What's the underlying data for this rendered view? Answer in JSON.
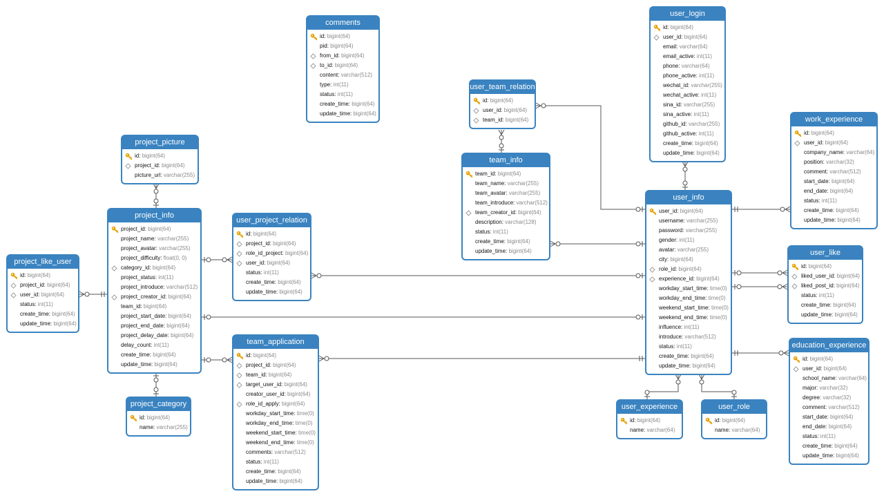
{
  "colors": {
    "header": "#3a83c0",
    "line": "#555555",
    "key": "#e6a100"
  },
  "tables": {
    "comments": {
      "title": "comments",
      "fields": [
        {
          "icon": "key",
          "name": "id",
          "type": "bigint(64)"
        },
        {
          "icon": "",
          "name": "pid",
          "type": "bigint(64)"
        },
        {
          "icon": "fk",
          "name": "from_id",
          "type": "bigint(64)"
        },
        {
          "icon": "fk",
          "name": "to_id",
          "type": "bigint(64)"
        },
        {
          "icon": "",
          "name": "content",
          "type": "varchar(512)"
        },
        {
          "icon": "",
          "name": "type",
          "type": "int(11)"
        },
        {
          "icon": "",
          "name": "status",
          "type": "int(11)"
        },
        {
          "icon": "",
          "name": "create_time",
          "type": "bigint(64)"
        },
        {
          "icon": "",
          "name": "update_time",
          "type": "bigint(64)"
        }
      ]
    },
    "user_login": {
      "title": "user_login",
      "fields": [
        {
          "icon": "key",
          "name": "id",
          "type": "bigint(64)"
        },
        {
          "icon": "fk",
          "name": "user_id",
          "type": "bigint(64)"
        },
        {
          "icon": "",
          "name": "email",
          "type": "varchar(64)"
        },
        {
          "icon": "",
          "name": "email_active",
          "type": "int(11)"
        },
        {
          "icon": "",
          "name": "phone",
          "type": "varchar(64)"
        },
        {
          "icon": "",
          "name": "phone_active",
          "type": "int(11)"
        },
        {
          "icon": "",
          "name": "wechat_id",
          "type": "varchar(255)"
        },
        {
          "icon": "",
          "name": "wechat_active",
          "type": "int(11)"
        },
        {
          "icon": "",
          "name": "sina_id",
          "type": "varchar(255)"
        },
        {
          "icon": "",
          "name": "sina_active",
          "type": "int(11)"
        },
        {
          "icon": "",
          "name": "github_id",
          "type": "varchar(255)"
        },
        {
          "icon": "",
          "name": "github_active",
          "type": "int(11)"
        },
        {
          "icon": "",
          "name": "create_time",
          "type": "bigint(64)"
        },
        {
          "icon": "",
          "name": "update_time",
          "type": "bigint(64)"
        }
      ]
    },
    "project_picture": {
      "title": "project_picture",
      "fields": [
        {
          "icon": "key",
          "name": "id",
          "type": "bigint(64)"
        },
        {
          "icon": "fk",
          "name": "project_id",
          "type": "bigint(64)"
        },
        {
          "icon": "",
          "name": "picture_url",
          "type": "varchar(255)"
        }
      ]
    },
    "user_team_relation": {
      "title": "user_team_relation",
      "fields": [
        {
          "icon": "key",
          "name": "id",
          "type": "bigint(64)"
        },
        {
          "icon": "fk",
          "name": "user_id",
          "type": "bigint(64)"
        },
        {
          "icon": "fk",
          "name": "team_id",
          "type": "bigint(64)"
        }
      ]
    },
    "work_experience": {
      "title": "work_experience",
      "fields": [
        {
          "icon": "key",
          "name": "id",
          "type": "bigint(64)"
        },
        {
          "icon": "fk",
          "name": "user_id",
          "type": "bigint(64)"
        },
        {
          "icon": "",
          "name": "company_name",
          "type": "varchar(64)"
        },
        {
          "icon": "",
          "name": "position",
          "type": "varchar(32)"
        },
        {
          "icon": "",
          "name": "comment",
          "type": "varchar(512)"
        },
        {
          "icon": "",
          "name": "start_date",
          "type": "bigint(64)"
        },
        {
          "icon": "",
          "name": "end_date",
          "type": "bigint(64)"
        },
        {
          "icon": "",
          "name": "status",
          "type": "int(11)"
        },
        {
          "icon": "",
          "name": "create_time",
          "type": "bigint(64)"
        },
        {
          "icon": "",
          "name": "update_time",
          "type": "bigint(64)"
        }
      ]
    },
    "team_info": {
      "title": "team_info",
      "fields": [
        {
          "icon": "key",
          "name": "team_id",
          "type": "bigint(64)"
        },
        {
          "icon": "",
          "name": "team_name",
          "type": "varchar(255)"
        },
        {
          "icon": "",
          "name": "team_avatar",
          "type": "varchar(255)"
        },
        {
          "icon": "",
          "name": "team_introduce",
          "type": "varchar(512)"
        },
        {
          "icon": "fk",
          "name": "team_creator_id",
          "type": "bigint(64)"
        },
        {
          "icon": "",
          "name": "description",
          "type": "varchar(128)"
        },
        {
          "icon": "",
          "name": "status",
          "type": "int(11)"
        },
        {
          "icon": "",
          "name": "create_time",
          "type": "bigint(64)"
        },
        {
          "icon": "",
          "name": "update_time",
          "type": "bigint(64)"
        }
      ]
    },
    "user_info": {
      "title": "user_info",
      "fields": [
        {
          "icon": "key",
          "name": "user_id",
          "type": "bigint(64)"
        },
        {
          "icon": "",
          "name": "username",
          "type": "varchar(255)"
        },
        {
          "icon": "",
          "name": "password",
          "type": "varchar(255)"
        },
        {
          "icon": "",
          "name": "gender",
          "type": "int(11)"
        },
        {
          "icon": "",
          "name": "avatar",
          "type": "varchar(255)"
        },
        {
          "icon": "",
          "name": "city",
          "type": "bigint(64)"
        },
        {
          "icon": "fk",
          "name": "role_id",
          "type": "bigint(64)"
        },
        {
          "icon": "fk",
          "name": "experience_id",
          "type": "bigint(64)"
        },
        {
          "icon": "",
          "name": "workday_start_time",
          "type": "time(0)"
        },
        {
          "icon": "",
          "name": "workday_end_time",
          "type": "time(0)"
        },
        {
          "icon": "",
          "name": "weekend_start_time",
          "type": "time(0)"
        },
        {
          "icon": "",
          "name": "weekend_end_time",
          "type": "time(0)"
        },
        {
          "icon": "",
          "name": "influence",
          "type": "int(11)"
        },
        {
          "icon": "",
          "name": "introduce",
          "type": "varchar(512)"
        },
        {
          "icon": "",
          "name": "status",
          "type": "int(11)"
        },
        {
          "icon": "",
          "name": "create_time",
          "type": "bigint(64)"
        },
        {
          "icon": "",
          "name": "update_time",
          "type": "bigint(64)"
        }
      ]
    },
    "project_info": {
      "title": "project_info",
      "fields": [
        {
          "icon": "key",
          "name": "project_id",
          "type": "bigint(64)"
        },
        {
          "icon": "",
          "name": "project_name",
          "type": "varchar(255)"
        },
        {
          "icon": "",
          "name": "project_avatar",
          "type": "varchar(255)"
        },
        {
          "icon": "",
          "name": "project_difficulty",
          "type": "float(0, 0)"
        },
        {
          "icon": "fk",
          "name": "category_id",
          "type": "bigint(64)"
        },
        {
          "icon": "",
          "name": "project_status",
          "type": "int(11)"
        },
        {
          "icon": "",
          "name": "project_introduce",
          "type": "varchar(512)"
        },
        {
          "icon": "fk",
          "name": "project_creator_id",
          "type": "bigint(64)"
        },
        {
          "icon": "",
          "name": "team_id",
          "type": "bigint(64)"
        },
        {
          "icon": "",
          "name": "project_start_date",
          "type": "bigint(64)"
        },
        {
          "icon": "",
          "name": "project_end_date",
          "type": "bigint(64)"
        },
        {
          "icon": "",
          "name": "project_delay_date",
          "type": "bigint(64)"
        },
        {
          "icon": "",
          "name": "delay_count",
          "type": "int(11)"
        },
        {
          "icon": "",
          "name": "create_time",
          "type": "bigint(64)"
        },
        {
          "icon": "",
          "name": "update_time",
          "type": "bigint(64)"
        }
      ]
    },
    "user_project_relation": {
      "title": "user_project_relation",
      "fields": [
        {
          "icon": "key",
          "name": "id",
          "type": "bigint(64)"
        },
        {
          "icon": "fk",
          "name": "project_id",
          "type": "bigint(64)"
        },
        {
          "icon": "fk",
          "name": "role_id_project",
          "type": "bigint(64)"
        },
        {
          "icon": "fk",
          "name": "user_id",
          "type": "bigint(64)"
        },
        {
          "icon": "",
          "name": "status",
          "type": "int(11)"
        },
        {
          "icon": "",
          "name": "create_time",
          "type": "bigint(64)"
        },
        {
          "icon": "",
          "name": "update_time",
          "type": "bigint(64)"
        }
      ]
    },
    "project_like_user": {
      "title": "project_like_user",
      "fields": [
        {
          "icon": "key",
          "name": "id",
          "type": "bigint(64)"
        },
        {
          "icon": "fk",
          "name": "project_id",
          "type": "bigint(64)"
        },
        {
          "icon": "fk",
          "name": "user_id",
          "type": "bigint(64)"
        },
        {
          "icon": "",
          "name": "status",
          "type": "int(11)"
        },
        {
          "icon": "",
          "name": "create_time",
          "type": "bigint(64)"
        },
        {
          "icon": "",
          "name": "update_time",
          "type": "bigint(64)"
        }
      ]
    },
    "user_like": {
      "title": "user_like",
      "fields": [
        {
          "icon": "key",
          "name": "id",
          "type": "bigint(64)"
        },
        {
          "icon": "fk",
          "name": "liked_user_id",
          "type": "bigint(64)"
        },
        {
          "icon": "fk",
          "name": "liked_post_id",
          "type": "bigint(64)"
        },
        {
          "icon": "",
          "name": "status",
          "type": "int(11)"
        },
        {
          "icon": "",
          "name": "create_time",
          "type": "bigint(64)"
        },
        {
          "icon": "",
          "name": "update_time",
          "type": "bigint(64)"
        }
      ]
    },
    "team_application": {
      "title": "team_application",
      "fields": [
        {
          "icon": "key",
          "name": "id",
          "type": "bigint(64)"
        },
        {
          "icon": "fk",
          "name": "project_id",
          "type": "bigint(64)"
        },
        {
          "icon": "fk",
          "name": "team_id",
          "type": "bigint(64)"
        },
        {
          "icon": "fk",
          "name": "target_user_id",
          "type": "bigint(64)"
        },
        {
          "icon": "",
          "name": "creator_user_id",
          "type": "bigint(64)"
        },
        {
          "icon": "fk",
          "name": "role_id_apply",
          "type": "bigint(64)"
        },
        {
          "icon": "",
          "name": "workday_start_time",
          "type": "time(0)"
        },
        {
          "icon": "",
          "name": "workday_end_time",
          "type": "time(0)"
        },
        {
          "icon": "",
          "name": "weekend_start_time",
          "type": "time(0)"
        },
        {
          "icon": "",
          "name": "weekend_end_time",
          "type": "time(0)"
        },
        {
          "icon": "",
          "name": "comments",
          "type": "varchar(512)"
        },
        {
          "icon": "",
          "name": "status",
          "type": "int(11)"
        },
        {
          "icon": "",
          "name": "create_time",
          "type": "bigint(64)"
        },
        {
          "icon": "",
          "name": "update_time",
          "type": "bigint(64)"
        }
      ]
    },
    "education_experience": {
      "title": "education_experience",
      "fields": [
        {
          "icon": "key",
          "name": "id",
          "type": "bigint(64)"
        },
        {
          "icon": "fk",
          "name": "user_id",
          "type": "bigint(64)"
        },
        {
          "icon": "",
          "name": "school_name",
          "type": "varchar(64)"
        },
        {
          "icon": "",
          "name": "major",
          "type": "varchar(32)"
        },
        {
          "icon": "",
          "name": "degree",
          "type": "varchar(32)"
        },
        {
          "icon": "",
          "name": "comment",
          "type": "varchar(512)"
        },
        {
          "icon": "",
          "name": "start_date",
          "type": "bigint(64)"
        },
        {
          "icon": "",
          "name": "end_date",
          "type": "bigint(64)"
        },
        {
          "icon": "",
          "name": "status",
          "type": "int(11)"
        },
        {
          "icon": "",
          "name": "create_time",
          "type": "bigint(64)"
        },
        {
          "icon": "",
          "name": "update_time",
          "type": "bigint(64)"
        }
      ]
    },
    "project_category": {
      "title": "project_category",
      "fields": [
        {
          "icon": "key",
          "name": "id",
          "type": "bigint(64)"
        },
        {
          "icon": "",
          "name": "name",
          "type": "varchar(255)"
        }
      ]
    },
    "user_experience": {
      "title": "user_experience",
      "fields": [
        {
          "icon": "key",
          "name": "id",
          "type": "bigint(64)"
        },
        {
          "icon": "",
          "name": "name",
          "type": "varchar(64)"
        }
      ]
    },
    "user_role": {
      "title": "user_role",
      "fields": [
        {
          "icon": "key",
          "name": "id",
          "type": "bigint(64)"
        },
        {
          "icon": "",
          "name": "name",
          "type": "varchar(64)"
        }
      ]
    }
  }
}
